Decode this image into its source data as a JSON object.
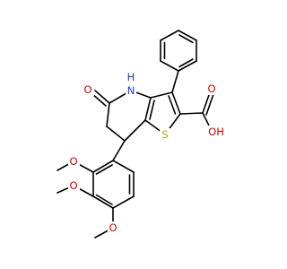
{
  "molecule": {
    "atom_labels": {
      "carbonyl_o": "O",
      "nh": "H",
      "n": "N",
      "s": "S",
      "cooh_o": "O",
      "cooh_oh": "OH",
      "ome1_o": "O",
      "ome2_o": "O",
      "ome3_o": "O"
    },
    "colors": {
      "bond": "#000000",
      "oxygen": "#cc0000",
      "nitrogen": "#1f3fbf",
      "sulfur": "#b8a000"
    }
  }
}
